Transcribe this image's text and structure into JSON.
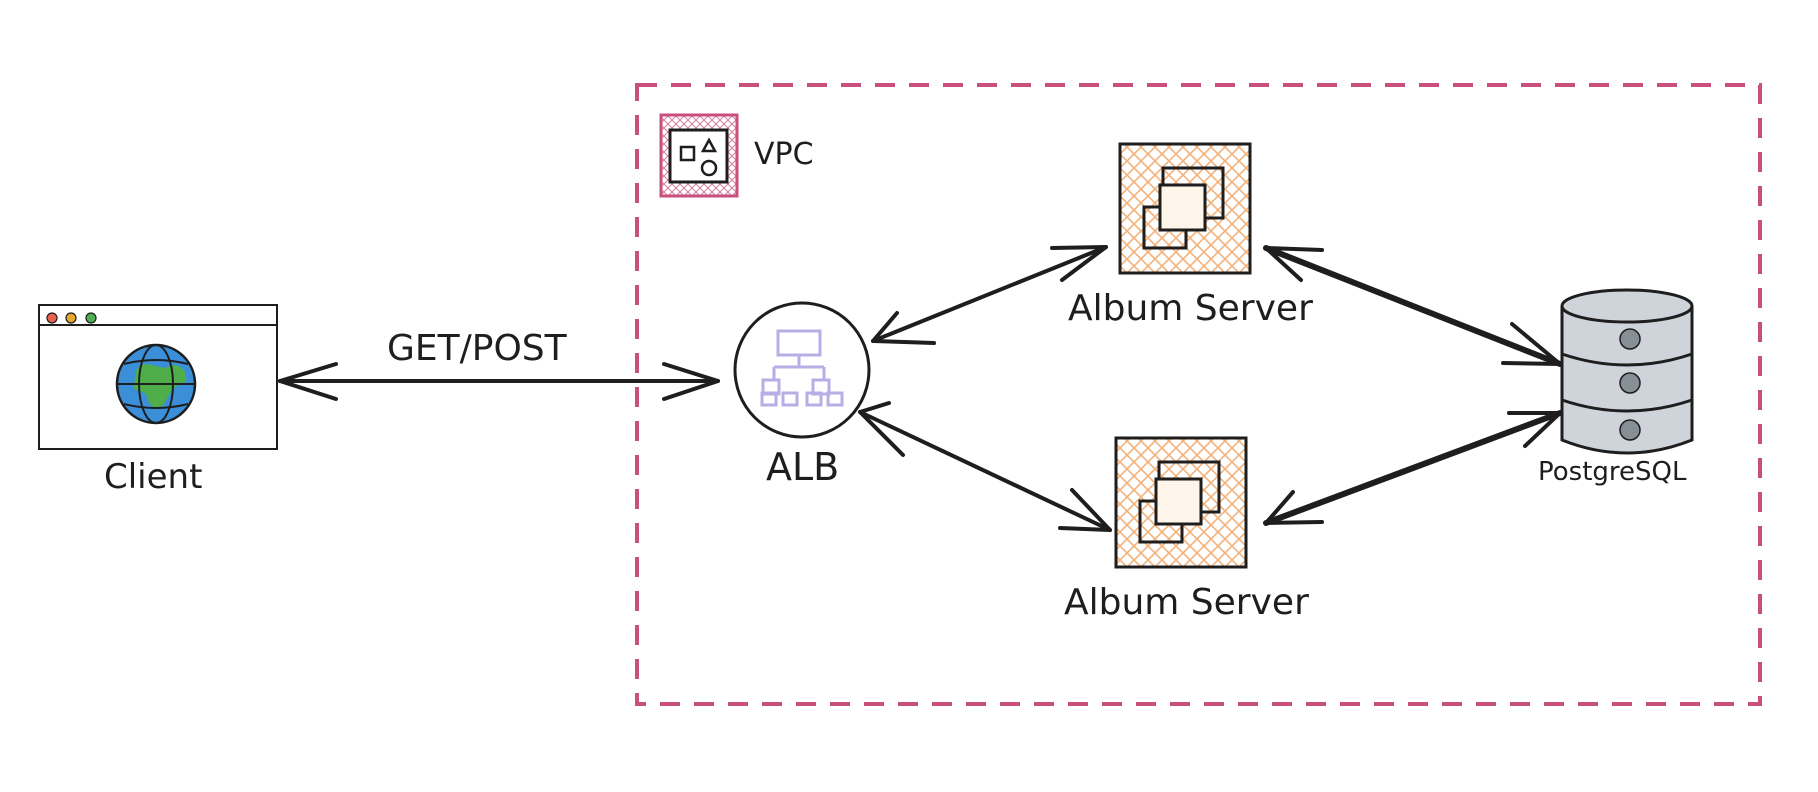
{
  "labels": {
    "vpc": "VPC",
    "client": "Client",
    "edge": "GET/POST",
    "alb": "ALB",
    "album_server_top": "Album Server",
    "album_server_bottom": "Album Server",
    "database": "PostgreSQL"
  },
  "colors": {
    "stroke": "#1e1e1e",
    "vpc_border": "#c94f7c",
    "server_hatch": "#f3b27a",
    "alb_icon": "#b7aee6",
    "globe_ocean": "#3a8fd8",
    "globe_land": "#4fae4a",
    "db_fill": "#ced4da",
    "browser_dot_red": "#e8604c",
    "browser_dot_yellow": "#e5a82b",
    "browser_dot_green": "#4caf50"
  },
  "icons": {
    "vpc": "shapes-icon",
    "client": "browser-globe-icon",
    "alb": "network-hierarchy-icon",
    "server": "stacked-instances-icon",
    "database": "database-cylinder-icon"
  }
}
